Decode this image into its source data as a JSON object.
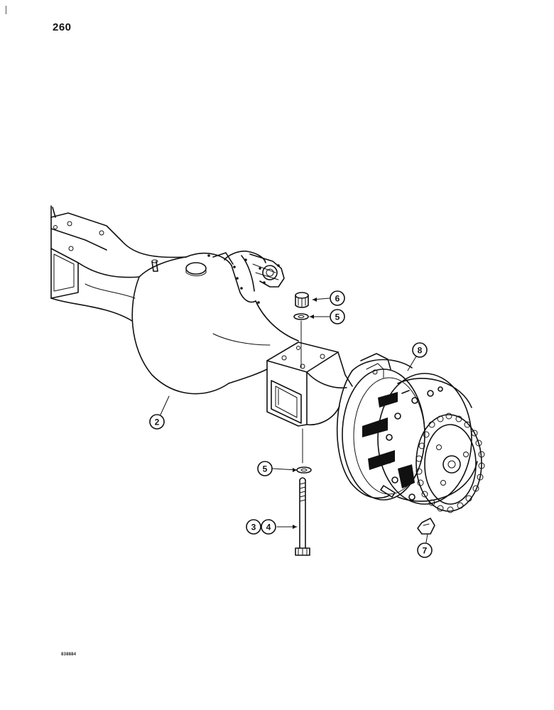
{
  "page": {
    "number": "260"
  },
  "figure": {
    "code": "838884"
  },
  "callouts": [
    {
      "id": "2",
      "label": "2"
    },
    {
      "id": "3",
      "label": "3"
    },
    {
      "id": "4",
      "label": "4"
    },
    {
      "id": "5a",
      "label": "5"
    },
    {
      "id": "5b",
      "label": "5"
    },
    {
      "id": "6",
      "label": "6"
    },
    {
      "id": "7",
      "label": "7"
    },
    {
      "id": "8",
      "label": "8"
    }
  ]
}
